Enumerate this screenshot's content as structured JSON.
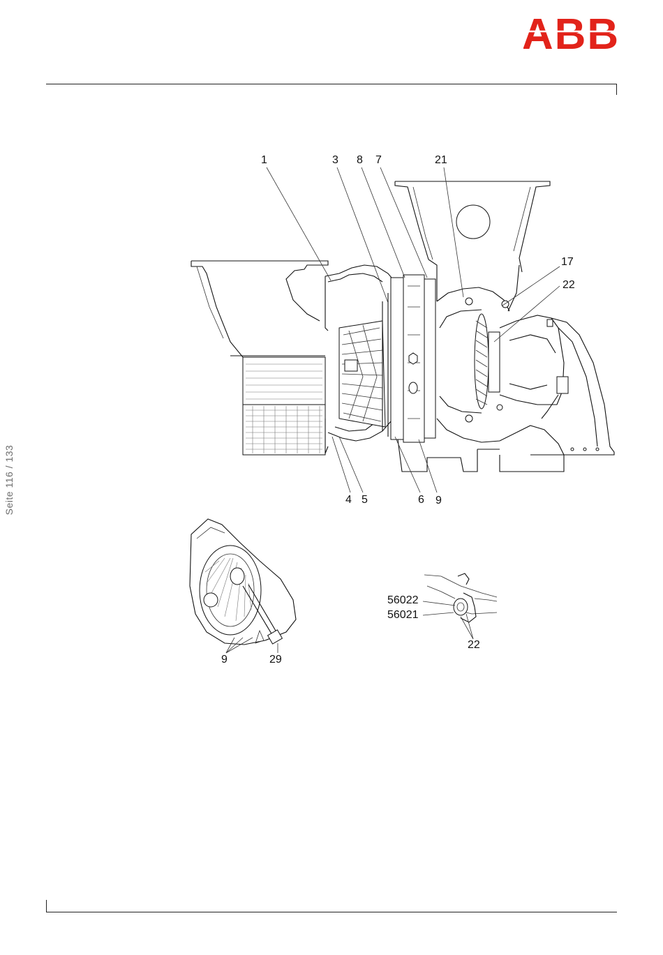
{
  "brand": {
    "logo_text": "ABB",
    "color": "#e2231a"
  },
  "side_label": "Seite 116 / 133",
  "main_callouts": {
    "c1": "1",
    "c3": "3",
    "c8": "8",
    "c7": "7",
    "c21": "21",
    "c17": "17",
    "c22": "22",
    "c4": "4",
    "c5": "5",
    "c6": "6",
    "c9": "9"
  },
  "detail_left_callouts": {
    "c9": "9",
    "c29": "29"
  },
  "detail_right_callouts": {
    "c56022": "56022",
    "c56021": "56021",
    "c22": "22"
  }
}
